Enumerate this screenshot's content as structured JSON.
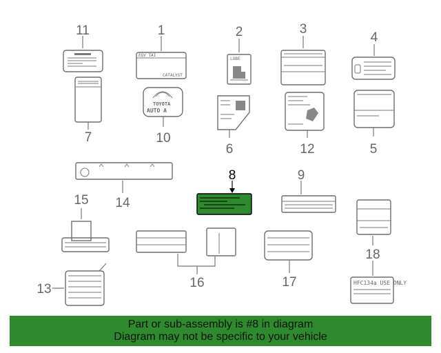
{
  "callouts": {
    "n1": "1",
    "n2": "2",
    "n3": "3",
    "n4": "4",
    "n5": "5",
    "n6": "6",
    "n7": "7",
    "n8": "8",
    "n9": "9",
    "n10": "10",
    "n11": "11",
    "n12": "12",
    "n13": "13",
    "n14": "14",
    "n15": "15",
    "n16": "16",
    "n17": "17",
    "n18": "18"
  },
  "label_text": {
    "label1_top": "EQV TAI",
    "label1_bottom": "CATALYST",
    "label2_top": "LUBE",
    "label10_brand": "TOYOTA",
    "label10_sub": "AUTO A",
    "label18": "HFC134a USE ONLY"
  },
  "highlight": {
    "part": "8",
    "color": "#2f8a2f"
  },
  "banner": {
    "line1": "Part or sub-assembly is #8 in diagram",
    "line2": "Diagram may not be specific to your vehicle"
  }
}
